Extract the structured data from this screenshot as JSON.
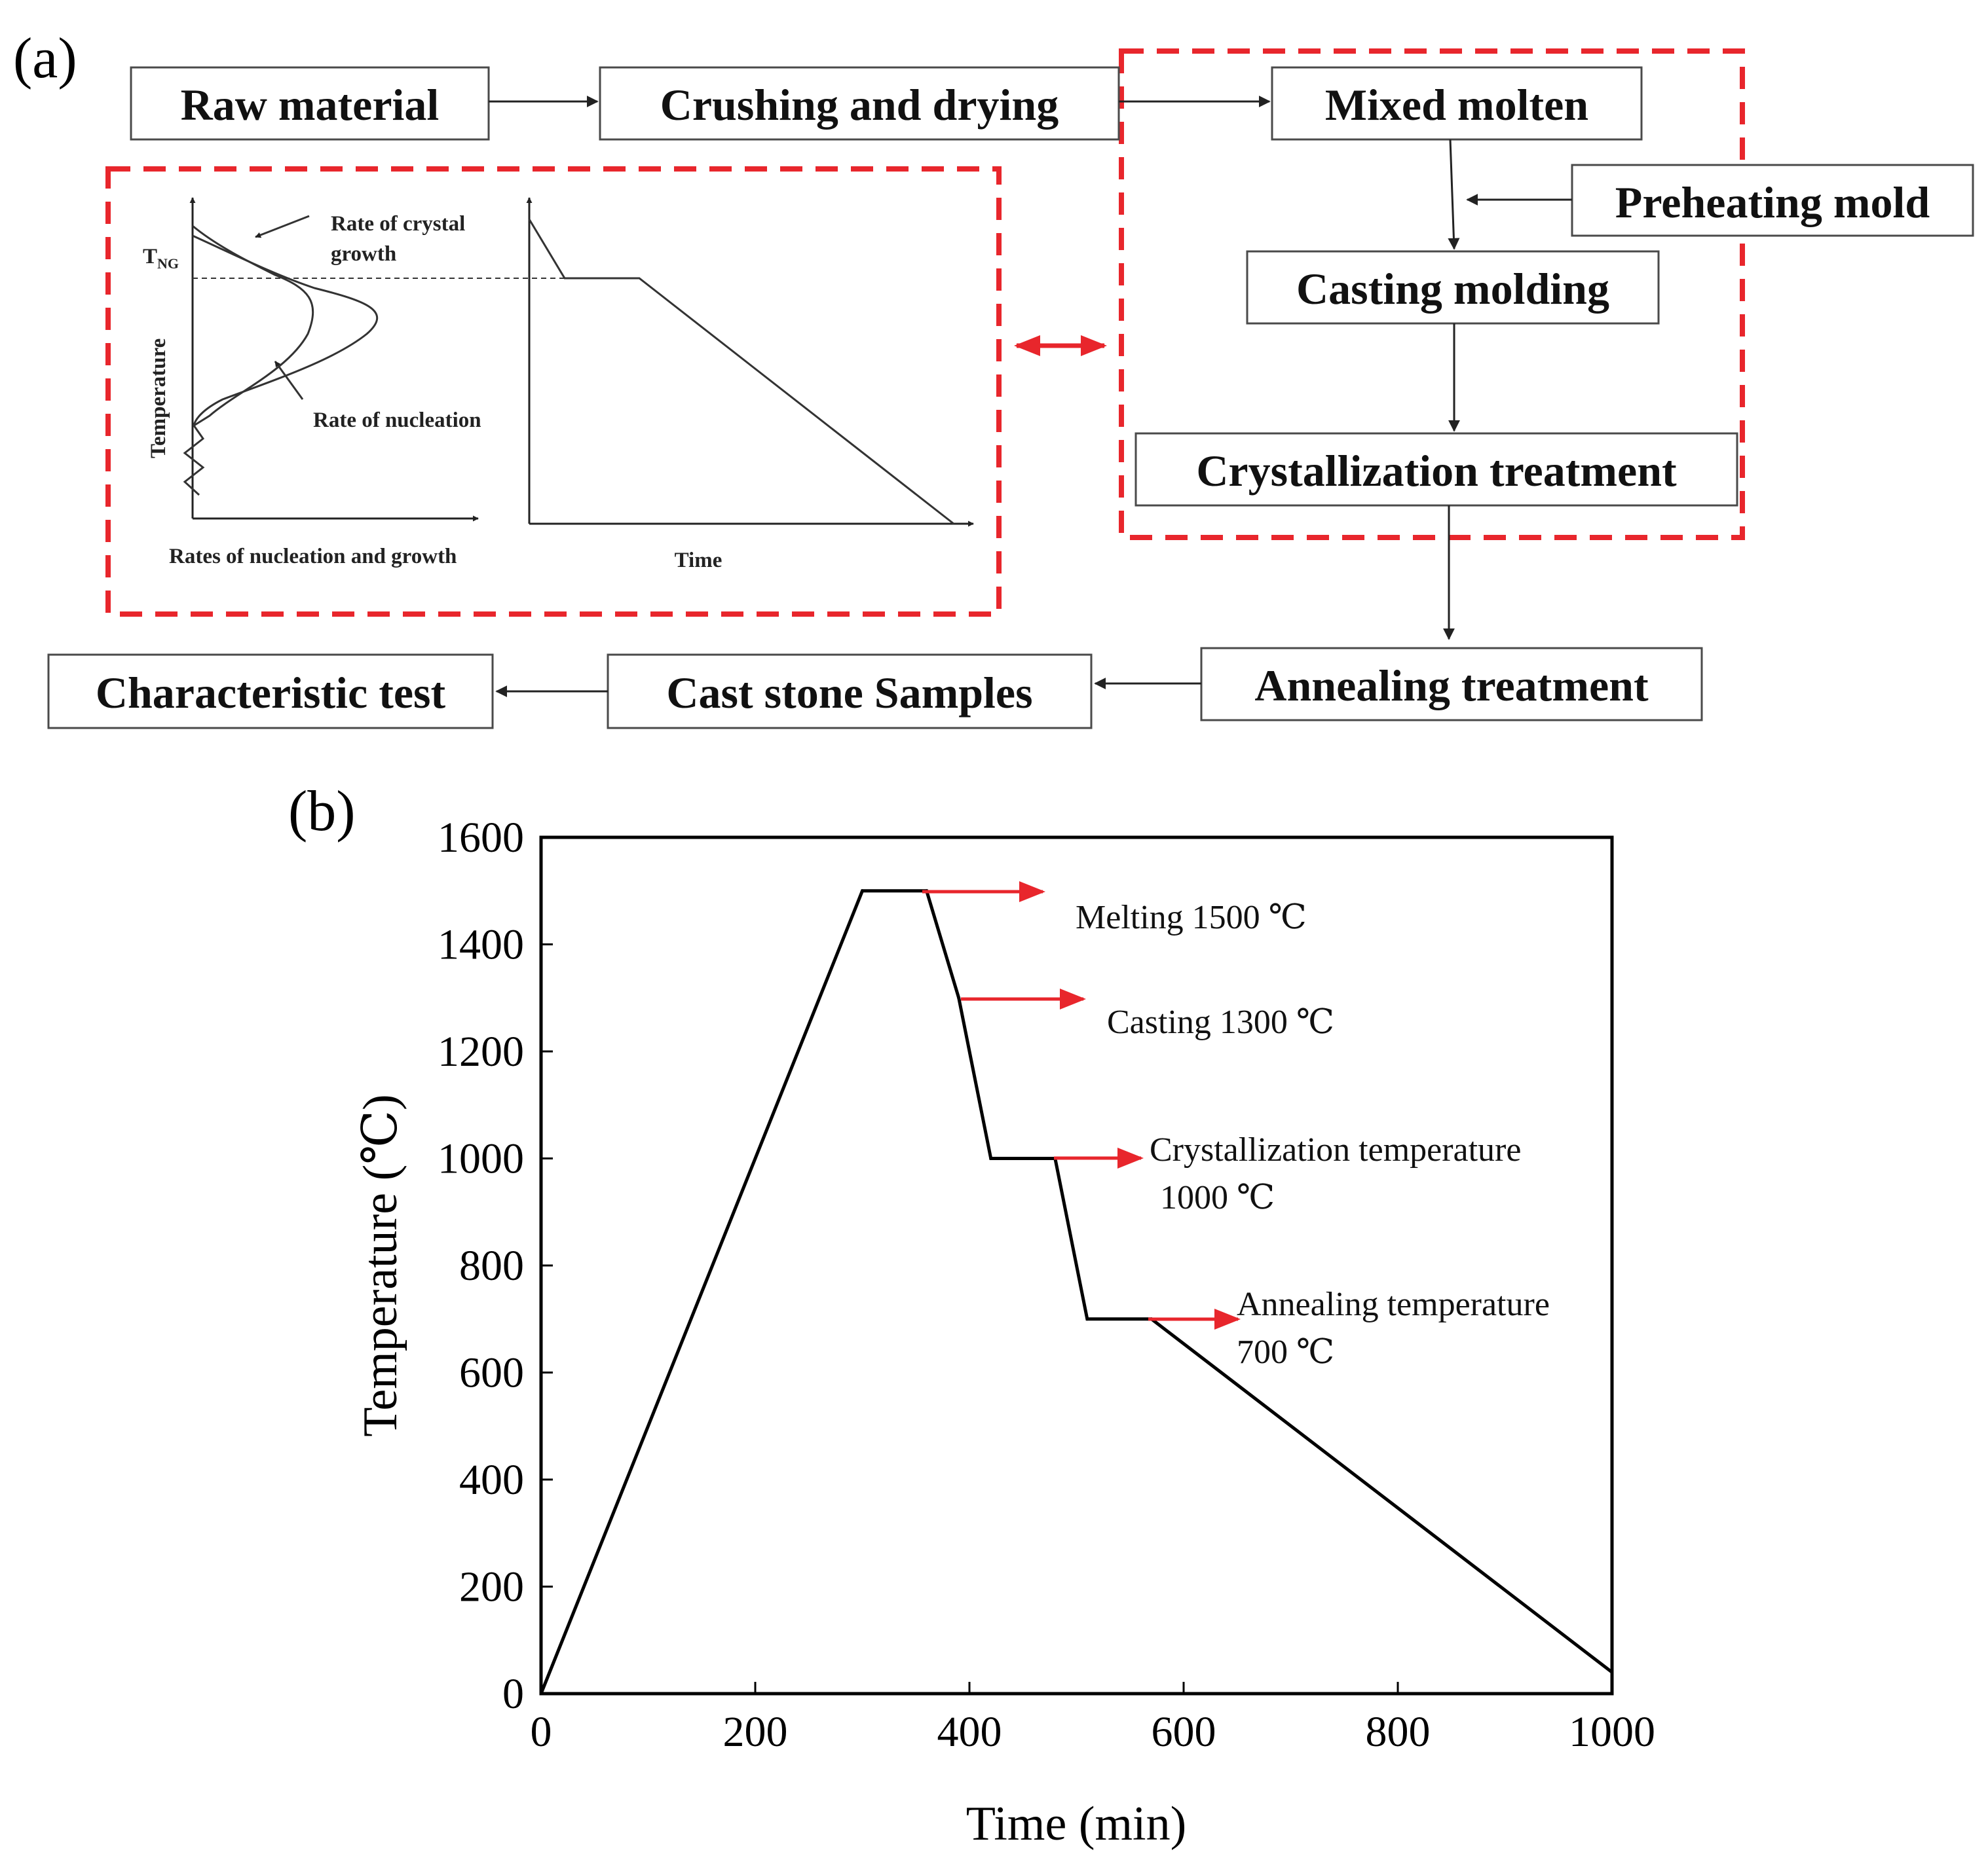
{
  "panel_a": {
    "label": "(a)",
    "boxes": {
      "raw_material": "Raw material",
      "crushing_drying": "Crushing and drying",
      "mixed_molten": "Mixed molten",
      "preheating_mold": "Preheating mold",
      "casting_molding": "Casting molding",
      "crystallization_treatment": "Crystallization treatment",
      "annealing_treatment": "Annealing treatment",
      "cast_stone_samples": "Cast stone Samples",
      "characteristic_test": "Characteristic test"
    },
    "inset": {
      "rate_crystal_growth_line1": "Rate of crystal",
      "rate_crystal_growth_line2": "growth",
      "tng_main": "T",
      "tng_sub": "NG",
      "temperature": "Temperature",
      "rate_nucleation": "Rate of nucleation",
      "x_left": "Rates of nucleation and growth",
      "x_right": "Time"
    },
    "colors": {
      "highlight": "#e8262c",
      "box_border": "#4a4a4a"
    }
  },
  "panel_b": {
    "label": "(b)",
    "annotations": {
      "melting": "Melting 1500 ℃",
      "casting": "Casting 1300 ℃",
      "crystallization_line1": "Crystallization temperature",
      "crystallization_line2": "1000 ℃",
      "annealing_line1": "Annealing temperature",
      "annealing_line2": "700 ℃"
    },
    "colors": {
      "arrow": "#e8262c",
      "line": "#000000"
    }
  },
  "chart_data": {
    "type": "line",
    "title": "",
    "xlabel": "Time (min)",
    "ylabel": "Temperature (℃)",
    "xlim": [
      0,
      1000
    ],
    "ylim": [
      0,
      1600
    ],
    "xticks": [
      0,
      200,
      400,
      600,
      800,
      1000
    ],
    "yticks": [
      0,
      200,
      400,
      600,
      800,
      1000,
      1200,
      1400,
      1600
    ],
    "grid": false,
    "series": [
      {
        "x": [
          0,
          300,
          360,
          390,
          420,
          480,
          510,
          570,
          1000
        ],
        "y": [
          0,
          1500,
          1500,
          1300,
          1000,
          1000,
          700,
          700,
          40
        ]
      }
    ]
  }
}
